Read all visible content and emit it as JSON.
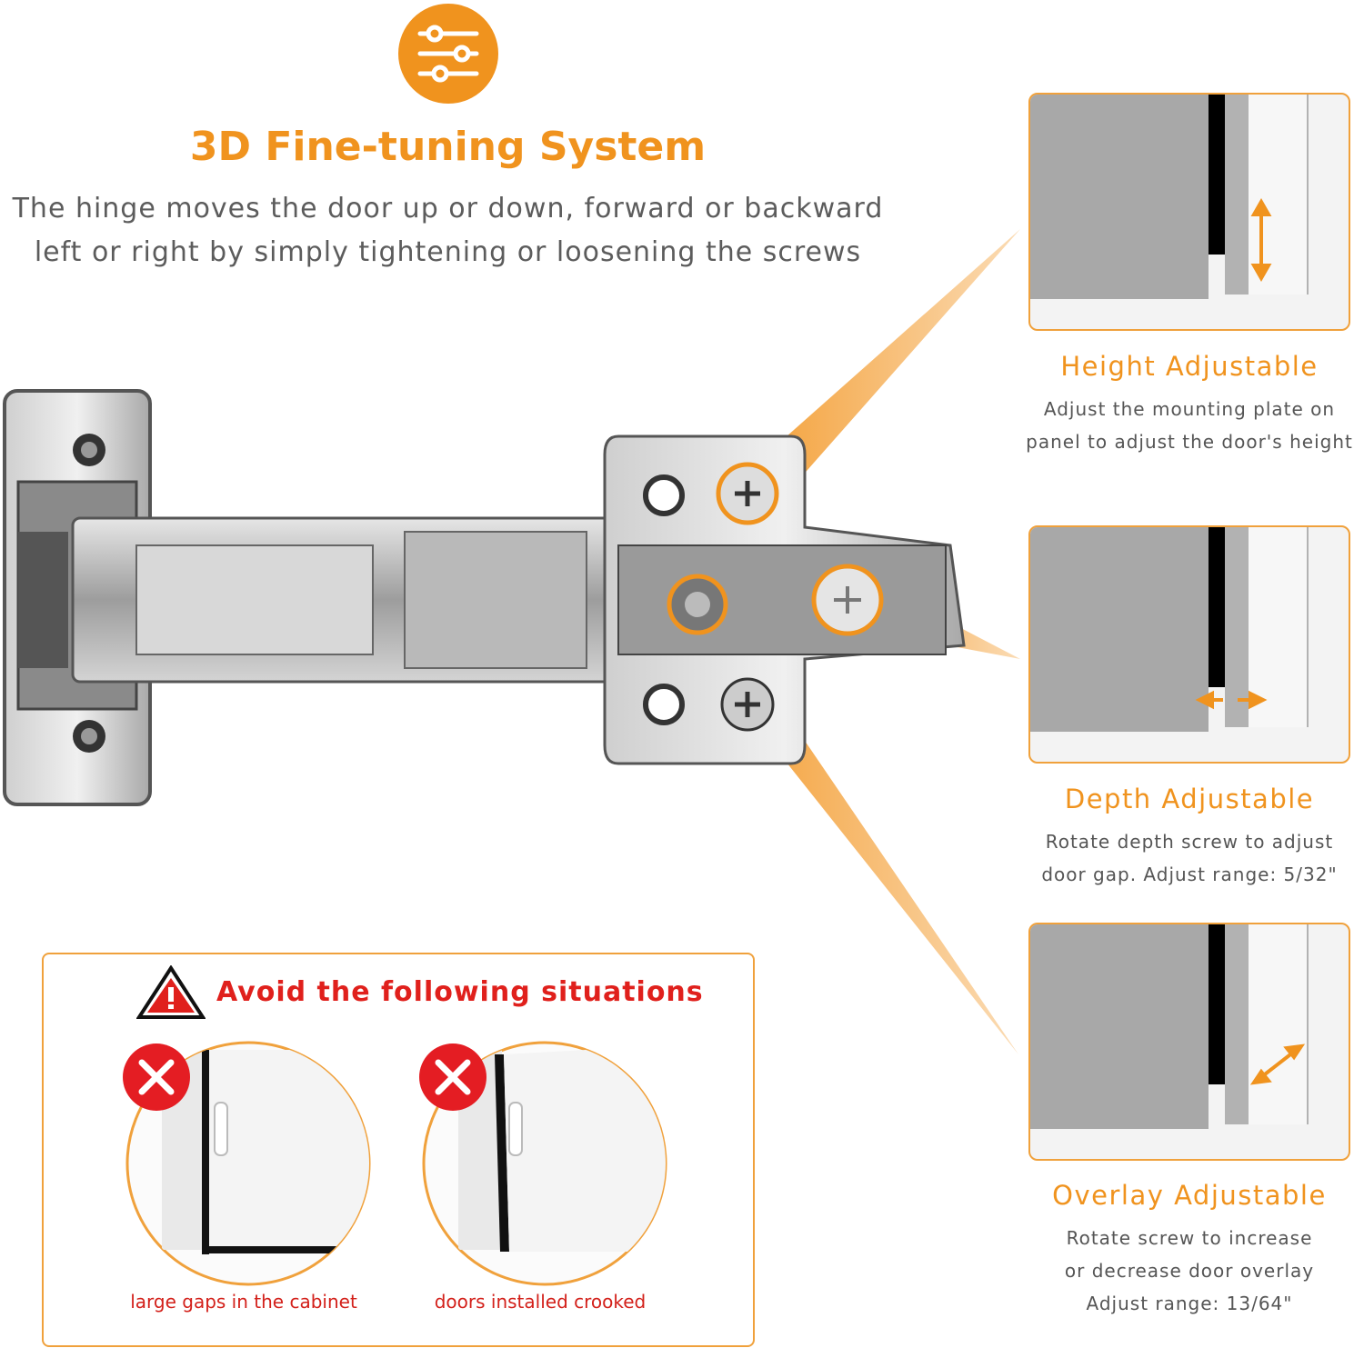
{
  "header": {
    "icon": "sliders-icon",
    "title": "3D Fine-tuning System",
    "subtitle_line1": "The hinge moves the door up or down, forward or backward",
    "subtitle_line2": "left or right by simply tightening or loosening the screws"
  },
  "features": [
    {
      "title": "Height Adjustable",
      "desc_line1": "Adjust the mounting plate on",
      "desc_line2": "panel to adjust the door's height",
      "desc_line3": ""
    },
    {
      "title": "Depth Adjustable",
      "desc_line1": "Rotate depth screw to adjust",
      "desc_line2": "door gap. Adjust range: 5/32\"",
      "desc_line3": ""
    },
    {
      "title": "Overlay Adjustable",
      "desc_line1": "Rotate screw to increase",
      "desc_line2": "or decrease door overlay",
      "desc_line3": "Adjust range: 13/64\""
    }
  ],
  "warning": {
    "icon": "warning-triangle-icon",
    "title": "Avoid the following situations",
    "cases": [
      {
        "icon": "red-x-icon",
        "label": "large gaps in the cabinet"
      },
      {
        "icon": "red-x-icon",
        "label": "doors installed crooked"
      }
    ]
  },
  "colors": {
    "accent": "#f0931e",
    "warning_red": "#e0201c",
    "panel_border": "#f0a13c"
  }
}
